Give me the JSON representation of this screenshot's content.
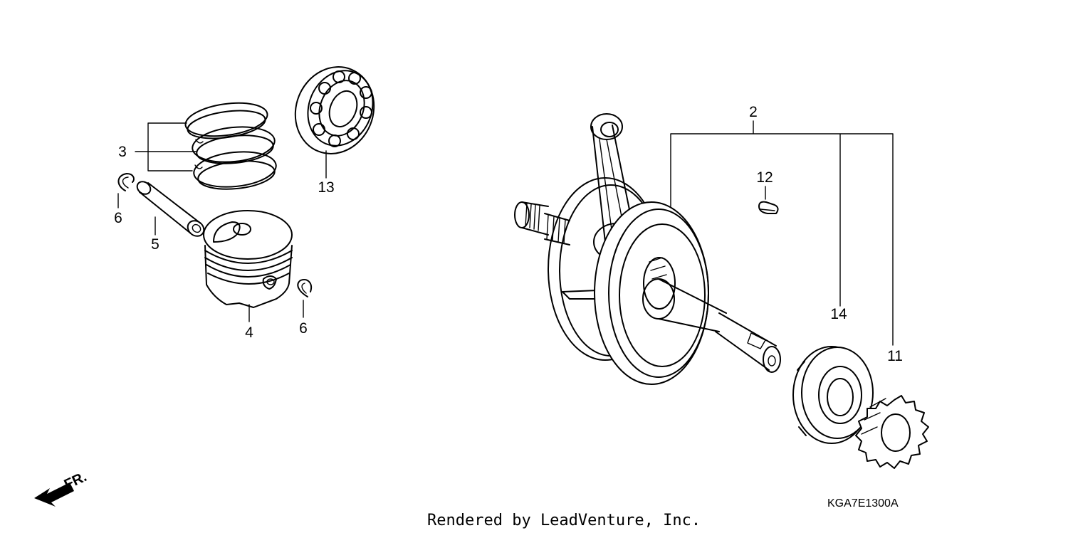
{
  "diagram": {
    "code": "KGA7E1300A",
    "credit": "Rendered by LeadVenture, Inc.",
    "front_marker": "FR.",
    "callouts": {
      "c2": "2",
      "c3": "3",
      "c4": "4",
      "c5": "5",
      "c6a": "6",
      "c6b": "6",
      "c11": "11",
      "c12": "12",
      "c13": "13",
      "c14": "14"
    }
  }
}
